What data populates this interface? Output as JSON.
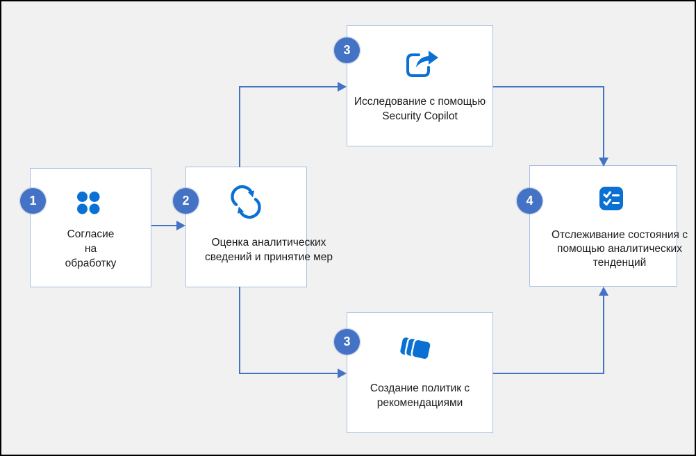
{
  "diagram": {
    "colors": {
      "background": "#f1f1f2",
      "frame": "#000000",
      "card_fill": "#ffffff",
      "card_border": "#a7bfe3",
      "connector": "#4472c4",
      "badge_fill": "#4472c4",
      "badge_text": "#ffffff",
      "icon_blue": "#0b70d4",
      "label_text": "#1a1a1a"
    },
    "steps": [
      {
        "id": "consent",
        "badge": "1",
        "icon": "grid-dots-icon",
        "label_lines": [
          "Согласие",
          "на",
          "обработку"
        ]
      },
      {
        "id": "evaluate",
        "badge": "2",
        "icon": "sync-icon",
        "label_lines": [
          "Оценка аналитических",
          "сведений и принятие мер"
        ]
      },
      {
        "id": "investigate",
        "badge": "3",
        "icon": "share-icon",
        "label_lines": [
          "Исследование с помощью",
          "Security Copilot"
        ]
      },
      {
        "id": "create-policies",
        "badge": "3",
        "icon": "layers-icon",
        "label_lines": [
          "Создание политик с",
          "рекомендациями"
        ]
      },
      {
        "id": "track-status",
        "badge": "4",
        "icon": "checklist-icon",
        "label_lines": [
          "Отслеживание состояния с",
          "помощью аналитических",
          "тенденций"
        ]
      }
    ],
    "connections": [
      {
        "from": "consent",
        "to": "evaluate"
      },
      {
        "from": "evaluate",
        "to": "investigate"
      },
      {
        "from": "evaluate",
        "to": "create-policies"
      },
      {
        "from": "investigate",
        "to": "track-status"
      },
      {
        "from": "create-policies",
        "to": "track-status"
      }
    ]
  }
}
